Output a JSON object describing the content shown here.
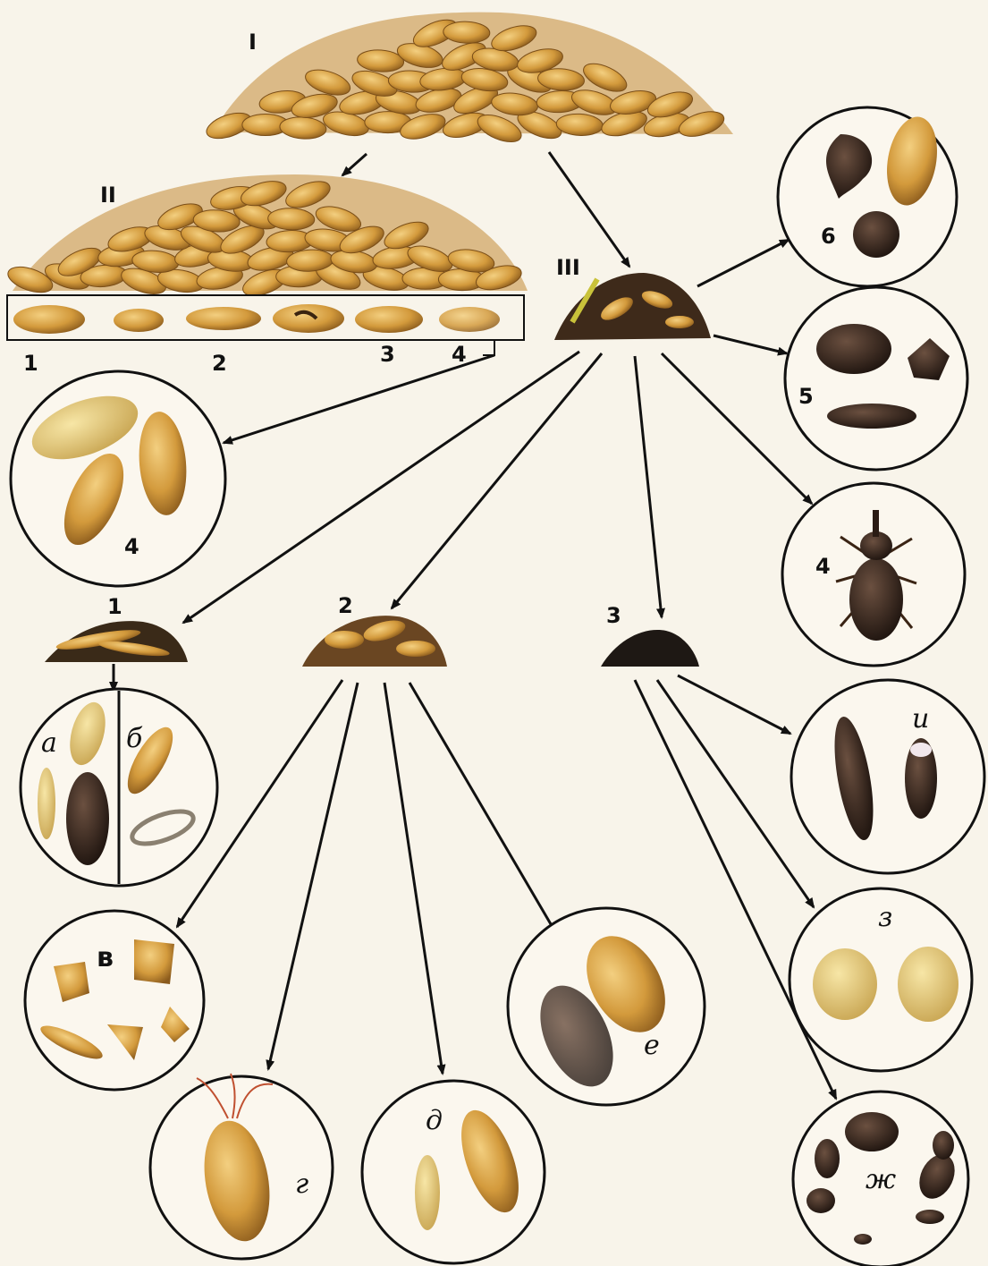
{
  "labels": {
    "heap_main": "I",
    "heap_clean": "II",
    "heap_waste": "III",
    "strip": [
      "1",
      "2",
      "3",
      "4"
    ],
    "circle_damaged": "4",
    "circle_weeds": "6",
    "circle_mineral": "5",
    "circle_weevil": "4",
    "fraction_1": "1",
    "fraction_2": "2",
    "fraction_3": "3",
    "sub_a": "а",
    "sub_b": "б",
    "sub_v": "в",
    "sub_g": "г",
    "sub_d": "д",
    "sub_e": "е",
    "sub_i": "и",
    "sub_z": "з",
    "sub_zh": "ж"
  },
  "colors": {
    "grain": "#d39a3c",
    "grain_dark": "#8a5a1c",
    "ink": "#111111",
    "paper": "#f8f4ea",
    "dark_seed": "#2a1c14"
  }
}
